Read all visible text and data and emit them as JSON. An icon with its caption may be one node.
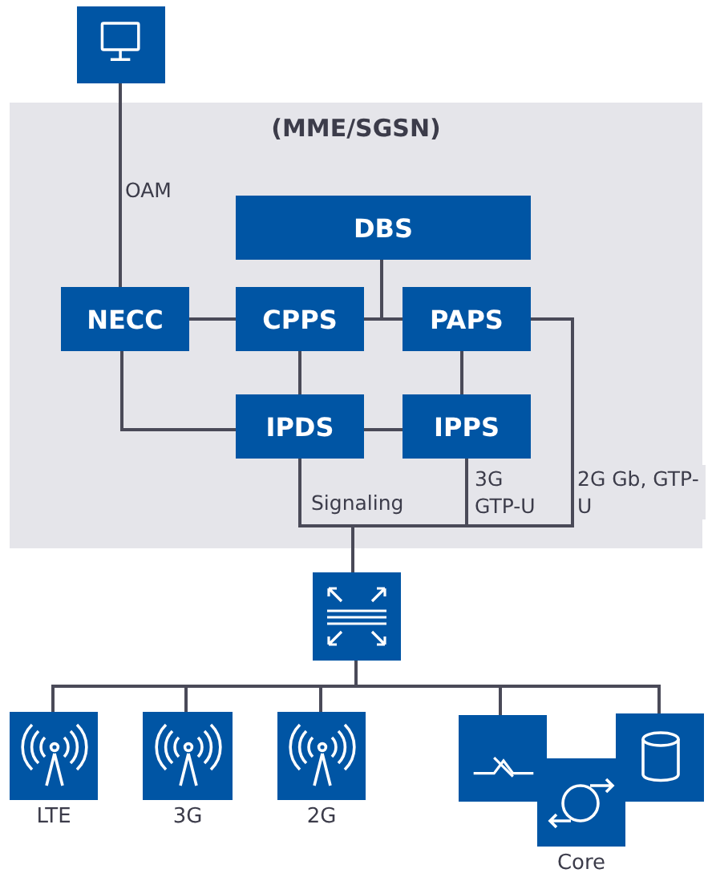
{
  "diagram": {
    "nodes": [
      {
        "text": [],
        "shape": "box"
      },
      {
        "text": [
          "(MME/SGSN)"
        ]
      },
      {
        "text": [
          "DBS"
        ],
        "in": 1
      },
      {
        "text": [
          "NECC"
        ],
        "in": 1
      },
      {
        "text": [
          "CPPS"
        ],
        "in": 1
      },
      {
        "text": [
          "PAPS"
        ],
        "in": 1
      },
      {
        "text": [
          "IPDS"
        ],
        "in": 1
      },
      {
        "text": [
          "IPPS"
        ],
        "in": 1
      },
      {
        "text": [],
        "shape": "box"
      },
      {
        "text": [],
        "shape": "box",
        "beside": [
          "LTE"
        ]
      },
      {
        "text": [],
        "shape": "box",
        "beside": [
          "3G"
        ]
      },
      {
        "text": [],
        "shape": "box",
        "beside": [
          "2G"
        ]
      },
      {
        "text": [],
        "shape": "box"
      },
      {
        "text": [],
        "shape": "box",
        "beside": [
          "Core"
        ]
      },
      {
        "text": [],
        "shape": "box"
      }
    ],
    "edges": [
      {
        "from": 0,
        "to": 3,
        "arrow": "none",
        "label": "OAM"
      },
      {
        "from": 3,
        "to": 4,
        "arrow": "none"
      },
      {
        "from": 4,
        "to": 5,
        "arrow": "none"
      },
      {
        "from": 2,
        "to": 4,
        "arrow": "none"
      },
      {
        "from": 2,
        "to": 5,
        "arrow": "none"
      },
      {
        "from": 4,
        "to": 6,
        "arrow": "none"
      },
      {
        "from": 5,
        "to": 7,
        "arrow": "none"
      },
      {
        "from": 3,
        "to": 6,
        "arrow": "none"
      },
      {
        "from": 6,
        "to": 7,
        "arrow": "none"
      },
      {
        "from": 6,
        "to": 8,
        "arrow": "none",
        "label": "Signaling"
      },
      {
        "from": 7,
        "to": 8,
        "arrow": "none",
        "label": "3G GTP-U"
      },
      {
        "from": 5,
        "to": 8,
        "arrow": "none",
        "label": "2G Gb, GTP-U"
      },
      {
        "from": 8,
        "to": 9,
        "arrow": "none"
      },
      {
        "from": 8,
        "to": 10,
        "arrow": "none"
      },
      {
        "from": 8,
        "to": 11,
        "arrow": "none"
      },
      {
        "from": 8,
        "to": 12,
        "arrow": "none"
      },
      {
        "from": 8,
        "to": 14,
        "arrow": "none"
      }
    ]
  }
}
